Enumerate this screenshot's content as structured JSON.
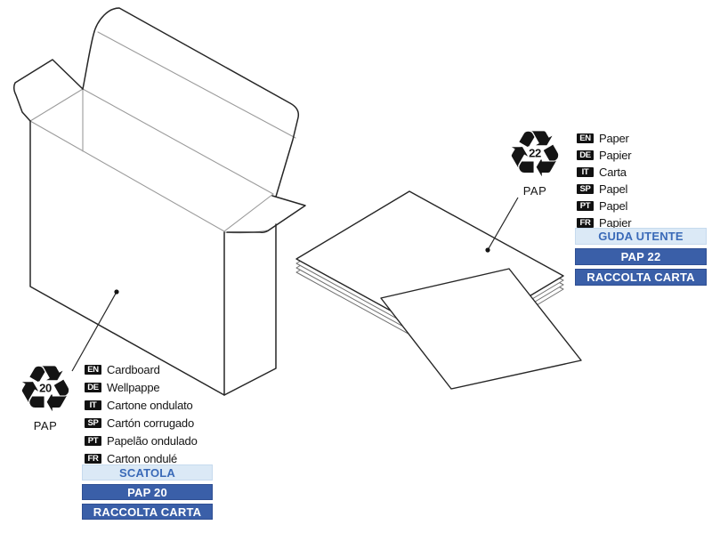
{
  "icons": {
    "recycle_glyph": "♻"
  },
  "colors": {
    "bar_dark_blue": "#3a5fa8",
    "bar_dark_border": "#2f4f93",
    "bar_light_blue": "#dbe9f6",
    "bar_light_text": "#3a6ab8",
    "badge_black": "#111111",
    "line_dark": "#262626",
    "line_gray": "#9b9b9b"
  },
  "items": [
    {
      "name": "cardboard-box",
      "symbol": {
        "code": "20",
        "material": "PAP"
      },
      "languages": [
        {
          "code": "EN",
          "label": "Cardboard"
        },
        {
          "code": "DE",
          "label": "Wellpappe"
        },
        {
          "code": "IT",
          "label": "Cartone ondulato"
        },
        {
          "code": "SP",
          "label": "Cartón corrugado"
        },
        {
          "code": "PT",
          "label": "Papelão ondulado"
        },
        {
          "code": "FR",
          "label": "Carton ondulé"
        }
      ],
      "tags": [
        {
          "label": "SCATOLA",
          "style": "light"
        },
        {
          "label": "PAP 20",
          "style": "dark"
        },
        {
          "label": "RACCOLTA CARTA",
          "style": "dark"
        }
      ]
    },
    {
      "name": "paper-sheets",
      "symbol": {
        "code": "22",
        "material": "PAP"
      },
      "languages": [
        {
          "code": "EN",
          "label": "Paper"
        },
        {
          "code": "DE",
          "label": "Papier"
        },
        {
          "code": "IT",
          "label": "Carta"
        },
        {
          "code": "SP",
          "label": "Papel"
        },
        {
          "code": "PT",
          "label": "Papel"
        },
        {
          "code": "FR",
          "label": "Papier"
        }
      ],
      "tags": [
        {
          "label": "GUDA UTENTE",
          "style": "light"
        },
        {
          "label": "PAP 22",
          "style": "dark"
        },
        {
          "label": "RACCOLTA CARTA",
          "style": "dark"
        }
      ]
    }
  ]
}
